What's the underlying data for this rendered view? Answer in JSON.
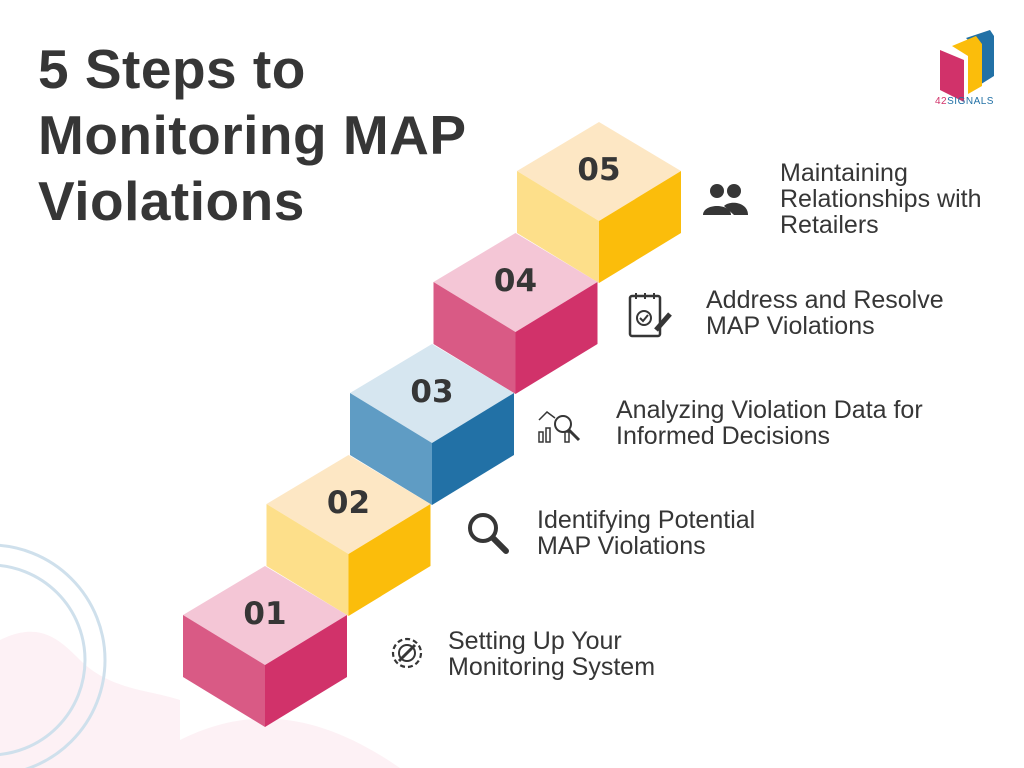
{
  "title": {
    "lines": [
      "5 Steps to",
      "Monitoring MAP",
      "Violations"
    ]
  },
  "logo": {
    "text_prefix": "42",
    "text_suffix": "SIGNALS"
  },
  "steps": [
    {
      "number": "01",
      "label_lines": [
        "Setting Up Your",
        "Monitoring System"
      ],
      "icon": "gear-wrench-icon",
      "color": "pink"
    },
    {
      "number": "02",
      "label_lines": [
        "Identifying Potential",
        "MAP Violations"
      ],
      "icon": "magnifier-icon",
      "color": "yellow"
    },
    {
      "number": "03",
      "label_lines": [
        "Analyzing Violation Data for",
        "Informed Decisions"
      ],
      "icon": "chart-analysis-icon",
      "color": "blue"
    },
    {
      "number": "04",
      "label_lines": [
        "Address and Resolve",
        "MAP Violations"
      ],
      "icon": "checklist-edit-icon",
      "color": "pink"
    },
    {
      "number": "05",
      "label_lines": [
        "Maintaining",
        "Relationships with",
        "Retailers"
      ],
      "icon": "people-icon",
      "color": "yellow"
    }
  ],
  "palette": {
    "pink": {
      "top": "#f4c6d6",
      "left": "#d95a85",
      "right": "#d1326a"
    },
    "yellow": {
      "top": "#fde7c4",
      "left": "#fddf8a",
      "right": "#fbbd0b"
    },
    "blue": {
      "top": "#d6e6f0",
      "left": "#5f9cc4",
      "right": "#2271a6"
    },
    "text": "#363636"
  }
}
